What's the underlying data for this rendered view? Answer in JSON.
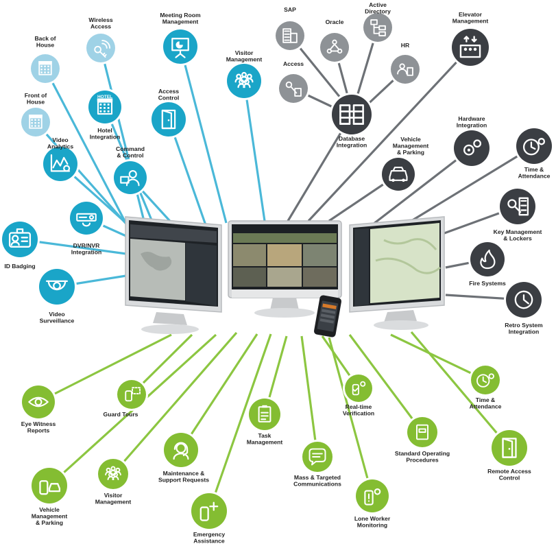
{
  "colors": {
    "blue": "#1aa5c8",
    "light_blue": "#9fd2e6",
    "dark": "#3b3e43",
    "gray": "#8e9296",
    "green": "#84bd32",
    "line_blue": "#4ab8d8",
    "line_gray": "#6d7176",
    "line_green": "#8cc641"
  },
  "nodes": [
    {
      "id": "back-of-house",
      "label": "Back of\nHouse",
      "icon": "hotel-back-icon",
      "color": "light_blue"
    },
    {
      "id": "wireless-access",
      "label": "Wireless\nAccess",
      "icon": "wireless-key-icon",
      "color": "light_blue"
    },
    {
      "id": "front-of-house",
      "label": "Front of\nHouse",
      "icon": "hotel-front-icon",
      "color": "light_blue"
    },
    {
      "id": "hotel-integration",
      "label": "Hotel\nIntegration",
      "icon": "hotel-icon",
      "color": "blue",
      "badge": "HOTEL"
    },
    {
      "id": "meeting-room",
      "label": "Meeting Room\nManagement",
      "icon": "presentation-icon",
      "color": "blue"
    },
    {
      "id": "visitor-management-top",
      "label": "Visitor\nManagement",
      "icon": "visitors-icon",
      "color": "blue"
    },
    {
      "id": "access-control",
      "label": "Access\nControl",
      "icon": "door-icon",
      "color": "blue"
    },
    {
      "id": "video-analytics",
      "label": "Video\nAnalytics",
      "icon": "analytics-icon",
      "color": "blue"
    },
    {
      "id": "command-control",
      "label": "Command\n& Control",
      "icon": "operator-icon",
      "color": "blue"
    },
    {
      "id": "dvr-nvr",
      "label": "DVR/NVR\nIntegration",
      "icon": "recorder-icon",
      "color": "blue"
    },
    {
      "id": "id-badging",
      "label": "ID Badging",
      "icon": "badge-icon",
      "color": "blue"
    },
    {
      "id": "video-surveillance",
      "label": "Video\nSurveillance",
      "icon": "dome-camera-icon",
      "color": "blue"
    },
    {
      "id": "sap",
      "label": "SAP",
      "icon": "building-icon",
      "color": "gray"
    },
    {
      "id": "oracle",
      "label": "Oracle",
      "icon": "network-icon",
      "color": "gray"
    },
    {
      "id": "active-directory",
      "label": "Active\nDirectory",
      "icon": "directory-icon",
      "color": "gray"
    },
    {
      "id": "hr",
      "label": "HR",
      "icon": "people-doc-icon",
      "color": "gray"
    },
    {
      "id": "access-db",
      "label": "Access",
      "icon": "key-doc-icon",
      "color": "gray"
    },
    {
      "id": "database-integration",
      "label": "Database\nIntegration",
      "icon": "database-sync-icon",
      "color": "dark"
    },
    {
      "id": "elevator-management",
      "label": "Elevator\nManagement",
      "icon": "elevator-icon",
      "color": "dark"
    },
    {
      "id": "hardware-integration",
      "label": "Hardware\nIntegration",
      "icon": "gears-icon",
      "color": "dark"
    },
    {
      "id": "vehicle-management-top",
      "label": "Vehicle\nManagement\n& Parking",
      "icon": "car-icon",
      "color": "dark"
    },
    {
      "id": "time-attendance-top",
      "label": "Time &\nAttendance",
      "icon": "clock-person-icon",
      "color": "dark"
    },
    {
      "id": "key-management",
      "label": "Key Management\n& Lockers",
      "icon": "keys-lockers-icon",
      "color": "dark"
    },
    {
      "id": "fire-systems",
      "label": "Fire Systems",
      "icon": "flame-icon",
      "color": "dark"
    },
    {
      "id": "retro-system",
      "label": "Retro System\nIntegration",
      "icon": "retro-clock-icon",
      "color": "dark"
    },
    {
      "id": "eye-witness",
      "label": "Eye Witness\nReports",
      "icon": "eye-icon",
      "color": "green"
    },
    {
      "id": "guard-tours",
      "label": "Guard Tours",
      "icon": "guard-tour-icon",
      "color": "green"
    },
    {
      "id": "vehicle-management-bottom",
      "label": "Vehicle\nManagement\n& Parking",
      "icon": "phone-car-icon",
      "color": "green"
    },
    {
      "id": "visitor-management-bottom",
      "label": "Visitor\nManagement",
      "icon": "phone-visitors-icon",
      "color": "green"
    },
    {
      "id": "maintenance",
      "label": "Maintenance &\nSupport Requests",
      "icon": "headset-icon",
      "color": "green"
    },
    {
      "id": "emergency-assistance",
      "label": "Emergency\nAssistance",
      "icon": "phone-cross-icon",
      "color": "green"
    },
    {
      "id": "task-management",
      "label": "Task\nManagement",
      "icon": "clipboard-icon",
      "color": "green"
    },
    {
      "id": "mass-communications",
      "label": "Mass & Targeted\nCommunications",
      "icon": "chat-bubble-icon",
      "color": "green"
    },
    {
      "id": "real-time-verification",
      "label": "Real-time\nVerification",
      "icon": "phone-check-icon",
      "color": "green"
    },
    {
      "id": "lone-worker",
      "label": "Lone Worker\nMonitoring",
      "icon": "phone-alert-icon",
      "color": "green"
    },
    {
      "id": "standard-operating",
      "label": "Standard Operating\nProcedures",
      "icon": "binder-icon",
      "color": "green"
    },
    {
      "id": "time-attendance-bottom",
      "label": "Time &\nAttendance",
      "icon": "phone-clock-icon",
      "color": "green"
    },
    {
      "id": "remote-access",
      "label": "Remote Access\nControl",
      "icon": "phone-door-icon",
      "color": "green"
    }
  ]
}
